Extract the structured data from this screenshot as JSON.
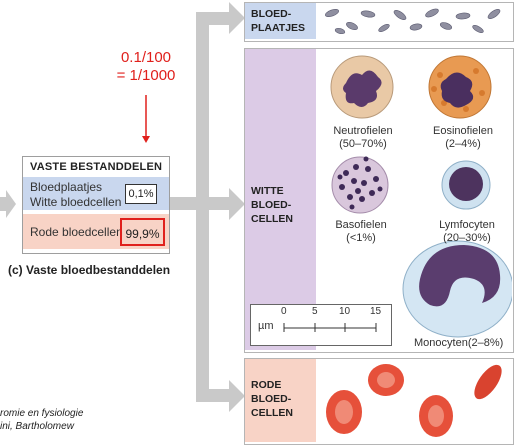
{
  "annotation": {
    "line1": "0.1/100",
    "line2": "= 1/1000"
  },
  "table": {
    "title": "VASTE BESTANDDELEN",
    "rows": [
      {
        "label": "Bloedplaatjes"
      },
      {
        "label": "Witte bloedcellen",
        "value": "0,1%"
      },
      {
        "label": "Rode bloedcellen",
        "value": "99,9%"
      }
    ]
  },
  "caption": "(c) Vaste bloedbestanddelen",
  "source": {
    "line1": "romie en fysiologie",
    "line2": "ini, Bartholomew"
  },
  "panels": {
    "platelets": {
      "label_line1": "BLOED-",
      "label_line2": "PLAATJES"
    },
    "white_cells": {
      "label_line1": "WITTE",
      "label_line2": "BLOED-",
      "label_line3": "CELLEN",
      "cells": [
        {
          "name": "Neutrofielen",
          "percent": "(50–70%)"
        },
        {
          "name": "Eosinofielen",
          "percent": "(2–4%)"
        },
        {
          "name": "Basofielen",
          "percent": "(<1%)"
        },
        {
          "name": "Lymfocyten",
          "percent": "(20–30%)"
        },
        {
          "name": "Monocyten",
          "percent": "(2–8%)"
        }
      ],
      "scale": {
        "unit": "µm",
        "ticks": [
          "0",
          "5",
          "10",
          "15"
        ]
      }
    },
    "red_cells": {
      "label_line1": "RODE",
      "label_line2": "BLOED-",
      "label_line3": "CELLEN"
    }
  },
  "colors": {
    "annotation_red": "#e0201c",
    "arrow_gray": "#c9c9c9",
    "platelet_bg": "#c9d7ee",
    "wbc_bg": "#dccbe6",
    "rbc_bg": "#f8d3c6"
  }
}
